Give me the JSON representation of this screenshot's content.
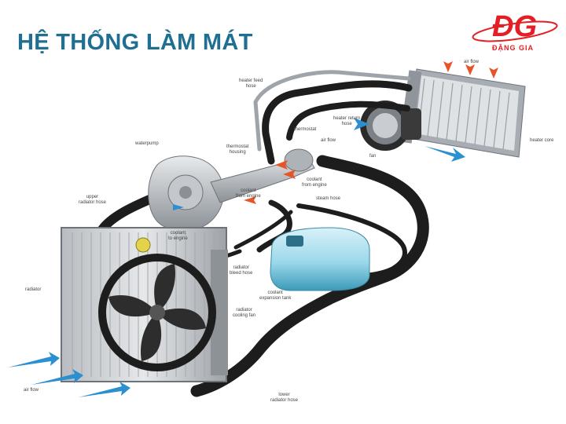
{
  "title": "HỆ THỐNG LÀM MÁT",
  "logo": {
    "mark": "ĐG",
    "text": "ĐẶNG GIA",
    "color": "#e31e24"
  },
  "colors": {
    "hose": "#1d1d1d",
    "coolant": "#8fd3e6",
    "hot_arrow": "#e8542a",
    "cool_arrow": "#2b8fd0",
    "title": "#1f6f92"
  },
  "labels": {
    "heater_feed_hose": "heater feed\nhose",
    "air_flow_top": "air flow",
    "heater_return_hose": "heater return\nhose",
    "thermostat": "thermostat",
    "air_flow_mid": "air flow",
    "heater_core": "heater core",
    "waterpump": "waterpump",
    "thermostat_housing": "thermostat\nhousing",
    "fan": "fan",
    "coolant_from_engine_1": "coolant\nfrom engine",
    "coolant_from_engine_2": "coolant\nfrom engine",
    "steam_hose": "steam hose",
    "upper_radiator_hose": "upper\nradiator hose",
    "coolant_to_engine": "coolant\nto engine",
    "radiator": "radiator",
    "radiator_bleed_hose": "radiator\nbleed hose",
    "coolant_expansion_tank": "coolant\nexpansion tank",
    "radiator_cooling_fan": "radiator\ncooling fan",
    "air_flow_bottom": "air flow",
    "lower_radiator_hose": "lower\nradiator hose"
  }
}
